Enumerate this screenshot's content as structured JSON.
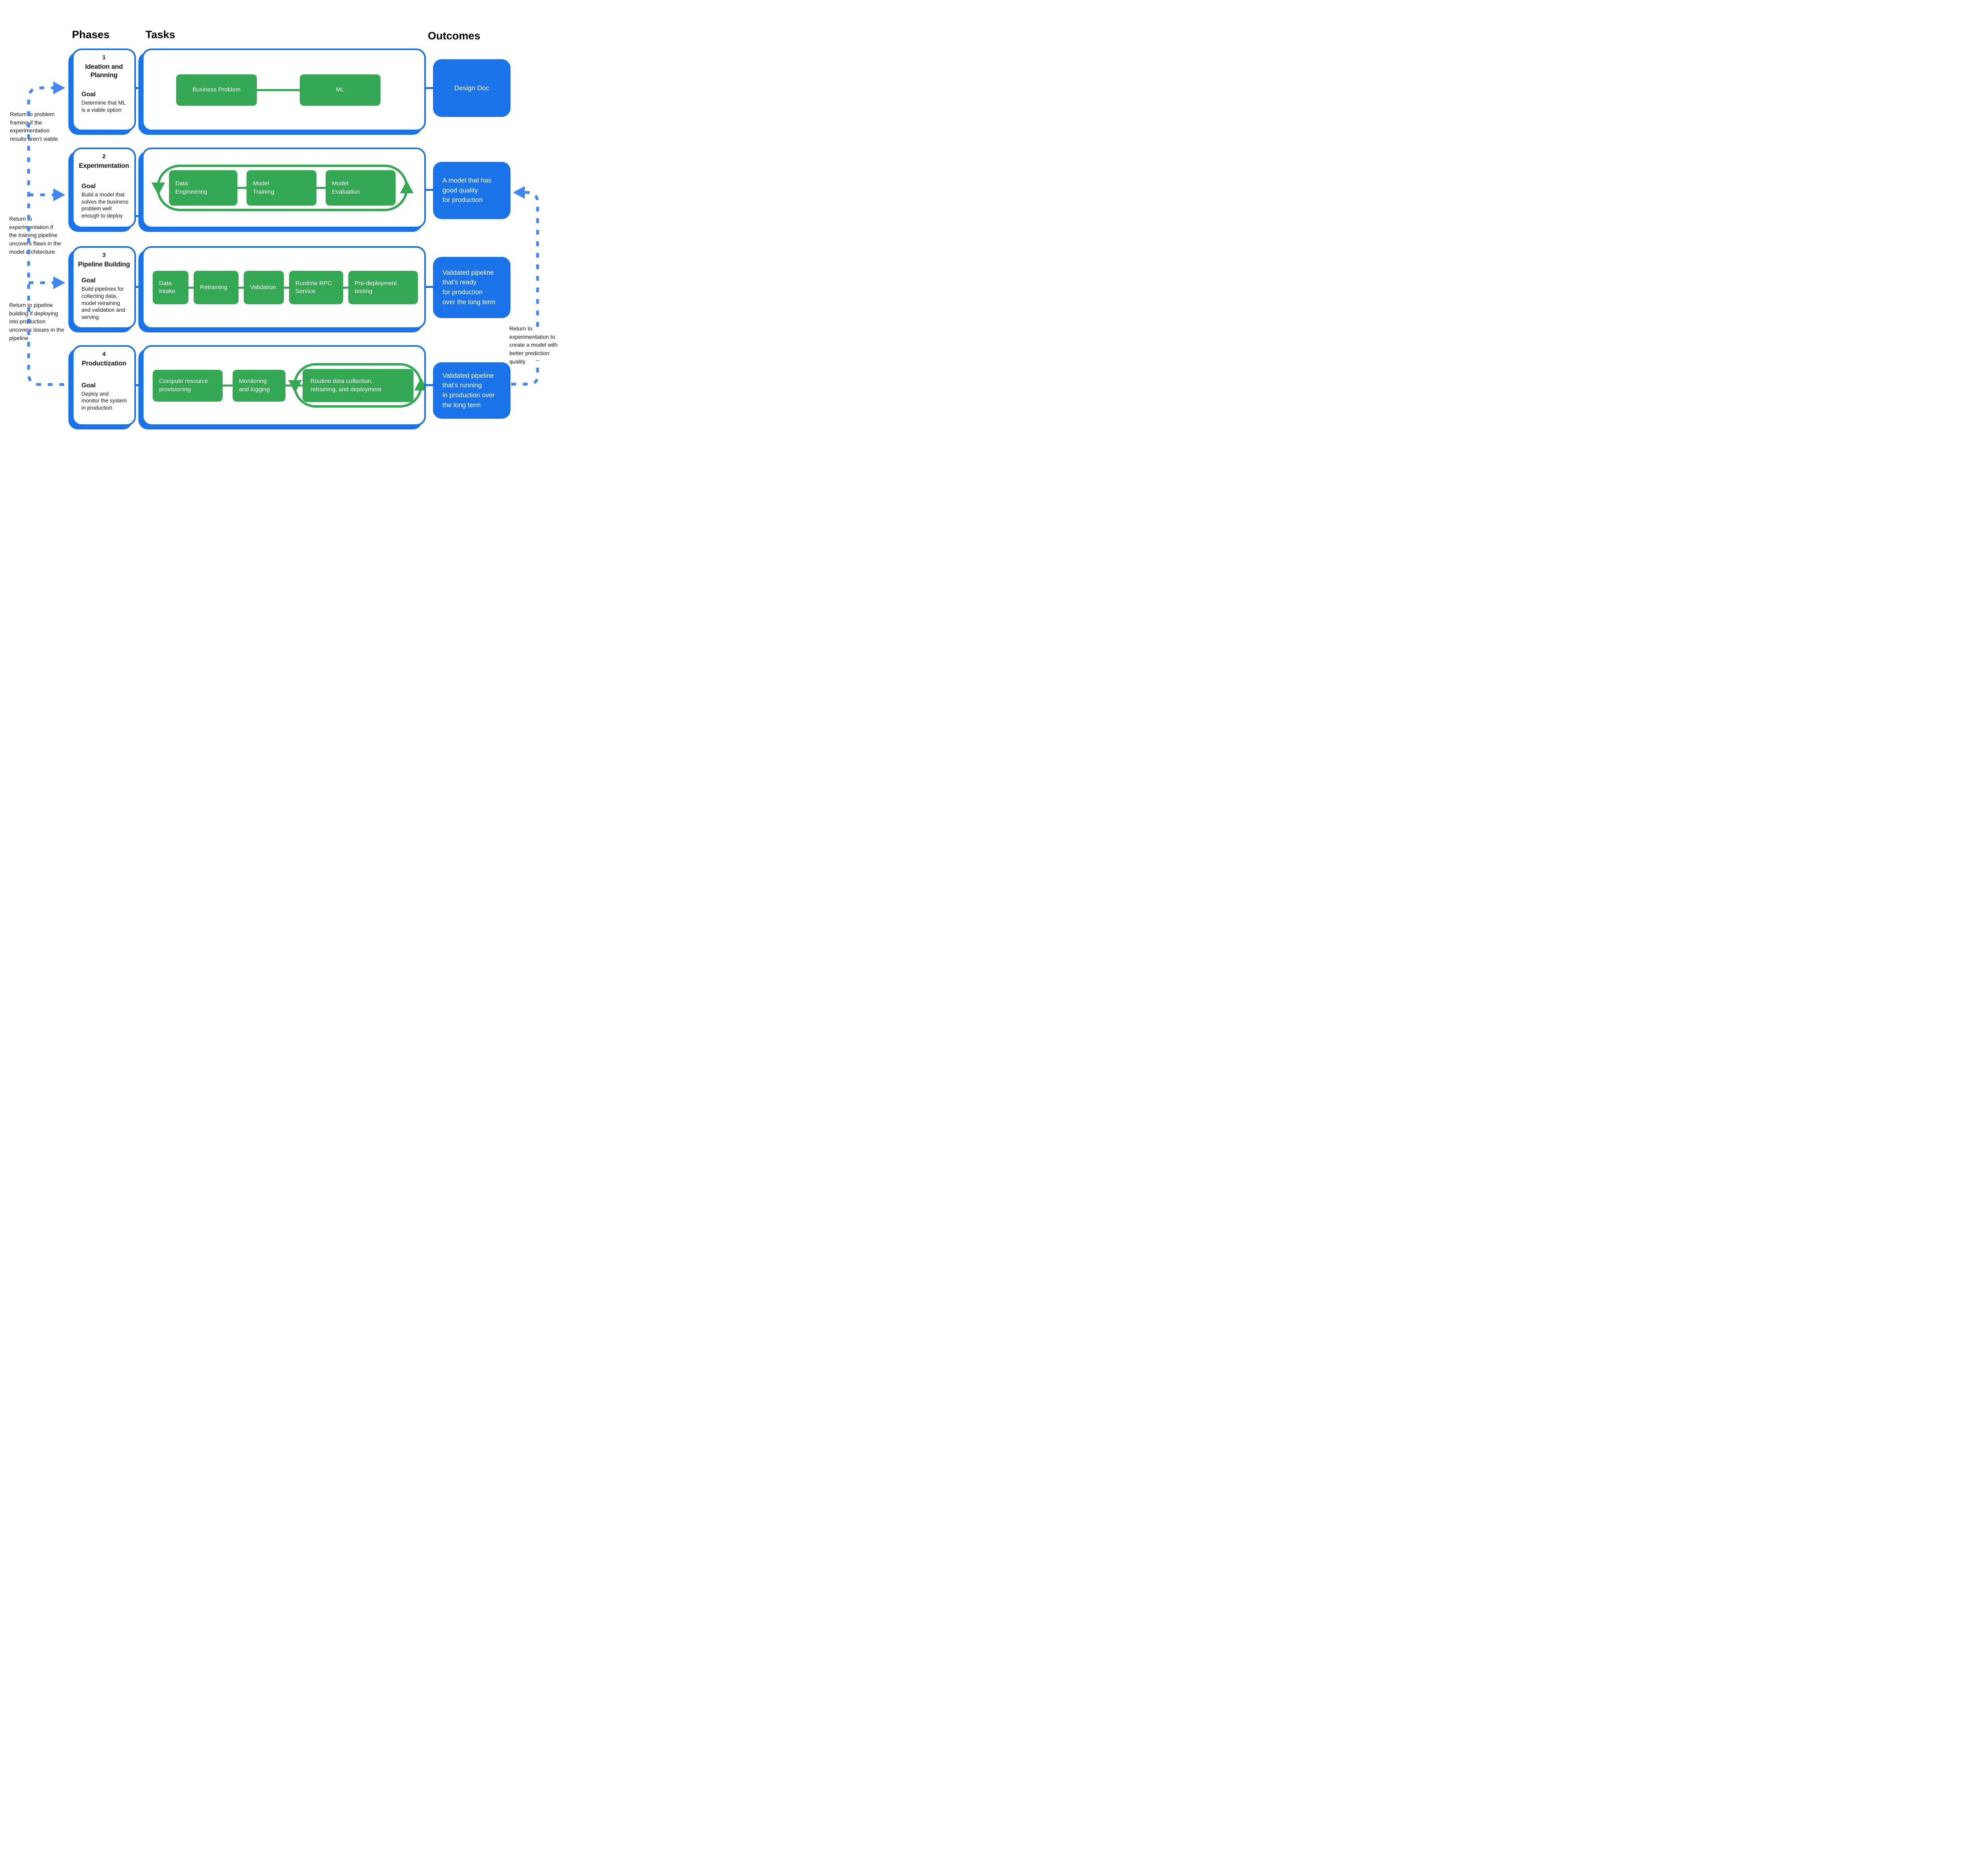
{
  "headers": {
    "phases": "Phases",
    "tasks": "Tasks",
    "outcomes": "Outcomes"
  },
  "phases": [
    {
      "number": "1",
      "title": "Ideation and Planning",
      "goal_label": "Goal",
      "goal_text": "Determine that ML\nis a viable option"
    },
    {
      "number": "2",
      "title": "Experimentation",
      "goal_label": "Goal",
      "goal_text": "Build a model that\nsolves the business\nproblem well\nenough to deploy"
    },
    {
      "number": "3",
      "title": "Pipeline Building",
      "goal_label": "Goal",
      "goal_text": "Build pipelines for\ncollecting data,\nmodel retraining\nand validation and\nserving"
    },
    {
      "number": "4",
      "title": "Productization",
      "goal_label": "Goal",
      "goal_text": "Deploy and\nmonitor the system\nin production"
    }
  ],
  "task_rows": [
    {
      "boxes": [
        "Business Problem",
        "ML"
      ]
    },
    {
      "boxes": [
        "Data\nEngineering",
        "Model\nTraining",
        "Model\nEvaluation"
      ]
    },
    {
      "boxes": [
        "Data\nIntake",
        "Retraining",
        "Validation",
        "Runtime RPC\nService",
        "Pre-deployment\ntesting"
      ]
    },
    {
      "boxes": [
        "Compute resource\nprovisioning",
        "Monitoring\nand logging",
        "Routine data collection,\nretraining, and deployment"
      ]
    }
  ],
  "outcomes": [
    "Design Doc",
    "A model that has\ngood quality\nfor production",
    "Validated pipeline\nthat’s ready\nfor production\nover the long term",
    "Validated pipeline\nthat’s running\nin production over\nthe long term"
  ],
  "annotations": {
    "left": [
      "Return to problem\nframing if the\nexperimentation\nresults aren’t viable",
      "Return to\nexperimentation if\nthe training pipeline\nuncovers flaws in the\nmodel architecture",
      "Return to pipeline\nbuilding if deploying\ninto production\nuncovers issues in the\npipeline"
    ],
    "right": "Return to\nexperimentation to\ncreate a model with\nbetter prediction\nquality"
  },
  "colors": {
    "blue": "#1A73E8",
    "dash_blue": "#4285F4",
    "green": "#34A853",
    "text": "#161616"
  }
}
